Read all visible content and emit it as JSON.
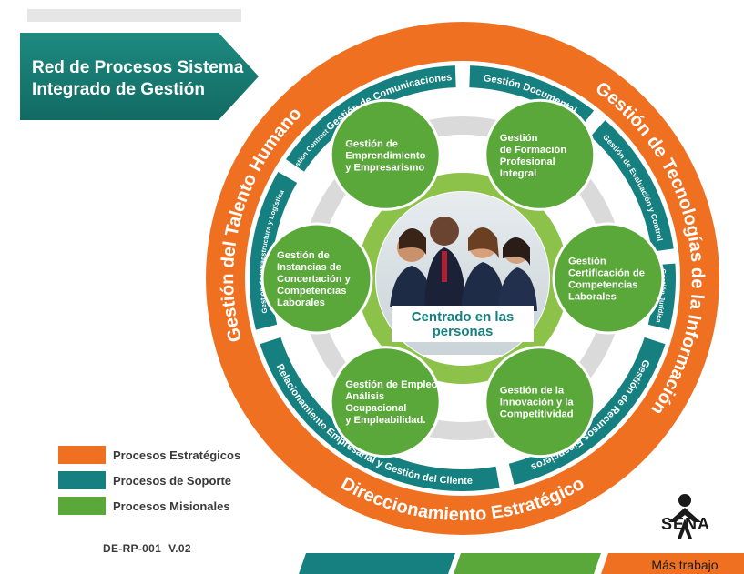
{
  "title_banner": {
    "line1": "Red de Procesos Sistema",
    "line2": "Integrado de Gestión"
  },
  "strategic_ring": {
    "left": "Gestión del Talento Humano",
    "right": "Gestión de Tecnologías de la Información",
    "bottom": "Direccionamiento Estratégico"
  },
  "support_ring": [
    "Gestión de Comunicaciones",
    "Gestión Documental",
    "Gestión de Evaluación y Control",
    "Gestión Jurídica",
    "Gestión de Recursos Financieros",
    "Relacionamiento Empresarial y Gestión del Cliente",
    "Gestión de Infraestructura y Logística",
    "Gestión Contractual"
  ],
  "mission_processes": [
    {
      "lines": [
        "Gestión de",
        "Emprendimiento",
        "y Empresarismo"
      ]
    },
    {
      "lines": [
        "Gestión",
        "de Formación",
        "Profesional",
        "Integral"
      ]
    },
    {
      "lines": [
        "Gestión",
        "Certificación de",
        "Competencias",
        "Laborales"
      ]
    },
    {
      "lines": [
        "Gestión de la",
        "Innovación y la",
        "Competitividad"
      ]
    },
    {
      "lines": [
        "Gestión de Empleo,",
        "Análisis",
        "Ocupacional",
        "y Empleabilidad."
      ]
    },
    {
      "lines": [
        "Gestión de",
        "Instancias de",
        "Concertación y",
        "Competencias",
        "Laborales"
      ]
    }
  ],
  "center": {
    "line1": "Centrado en las",
    "line2": "personas"
  },
  "legend": [
    {
      "label": "Procesos Estratégicos",
      "color": "#f07022"
    },
    {
      "label": "Procesos de Soporte",
      "color": "#167f7f"
    },
    {
      "label": "Procesos Misionales",
      "color": "#5aa83a"
    }
  ],
  "document_code": {
    "code": "DE-RP-001",
    "version": "V.02"
  },
  "brand": {
    "name": "SENA",
    "slogan": "Más trabajo"
  },
  "colors": {
    "strategic": "#f07022",
    "support": "#167f7f",
    "mission": "#5aa83a",
    "gray_ring": "#d8d8d8",
    "title_banner": "#1a8178"
  }
}
